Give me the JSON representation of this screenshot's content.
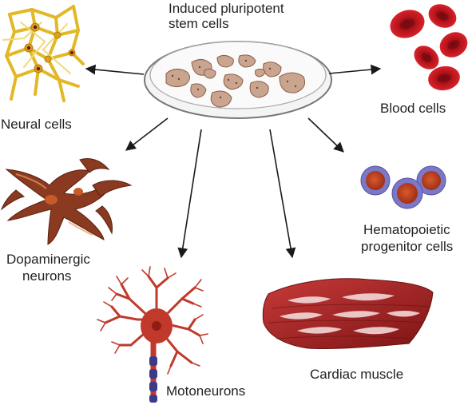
{
  "diagram": {
    "source": {
      "line1": "Induced pluripotent",
      "line2": "stem cells"
    },
    "targets": {
      "neural_cells": "Neural cells",
      "blood_cells": "Blood cells",
      "dopaminergic_line1": "Dopaminergic",
      "dopaminergic_line2": "neurons",
      "hematopoietic_line1": "Hematopoietic",
      "hematopoietic_line2": "progenitor cells",
      "motoneurons": "Motoneurons",
      "cardiac_muscle": "Cardiac muscle"
    }
  },
  "colors": {
    "arrow": "#1a1a1a",
    "blood_red": "#c0161f",
    "dopaminergic_brown": "#8a3a20",
    "motoneuron_red": "#c0392b",
    "cardiac_red": "#9e1f1f",
    "hematopoietic_ring": "#7b78c8",
    "neural_yellow": "#e8c23a"
  }
}
